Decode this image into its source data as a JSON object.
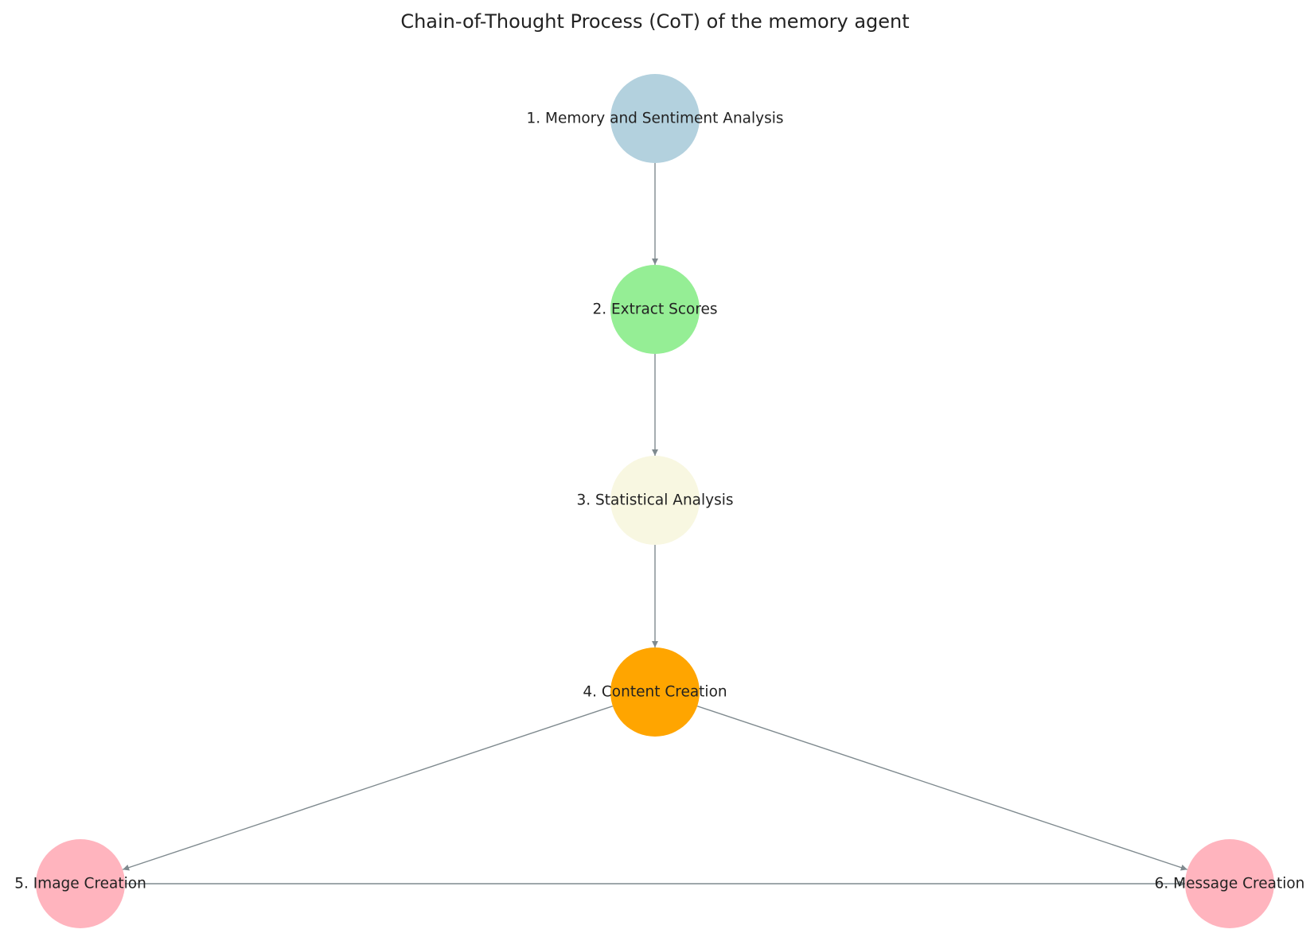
{
  "title": "Chain-of-Thought Process (CoT) of the memory agent",
  "colors": {
    "edge": "#7f8a8f",
    "text": "#222222"
  },
  "nodes": [
    {
      "id": "n1",
      "label": "1. Memory and Sentiment Analysis",
      "color": "#b3d1de"
    },
    {
      "id": "n2",
      "label": "2. Extract Scores",
      "color": "#95ee95"
    },
    {
      "id": "n3",
      "label": "3. Statistical Analysis",
      "color": "#f8f7e1"
    },
    {
      "id": "n4",
      "label": "4. Content Creation",
      "color": "#ffa500"
    },
    {
      "id": "n5",
      "label": "5. Image Creation",
      "color": "#ffb4be"
    },
    {
      "id": "n6",
      "label": "6. Message Creation",
      "color": "#ffb4be"
    }
  ],
  "edges": [
    {
      "from": "n1",
      "to": "n2"
    },
    {
      "from": "n2",
      "to": "n3"
    },
    {
      "from": "n3",
      "to": "n4"
    },
    {
      "from": "n4",
      "to": "n5"
    },
    {
      "from": "n4",
      "to": "n6"
    },
    {
      "from": "n5",
      "to": "n6"
    }
  ]
}
